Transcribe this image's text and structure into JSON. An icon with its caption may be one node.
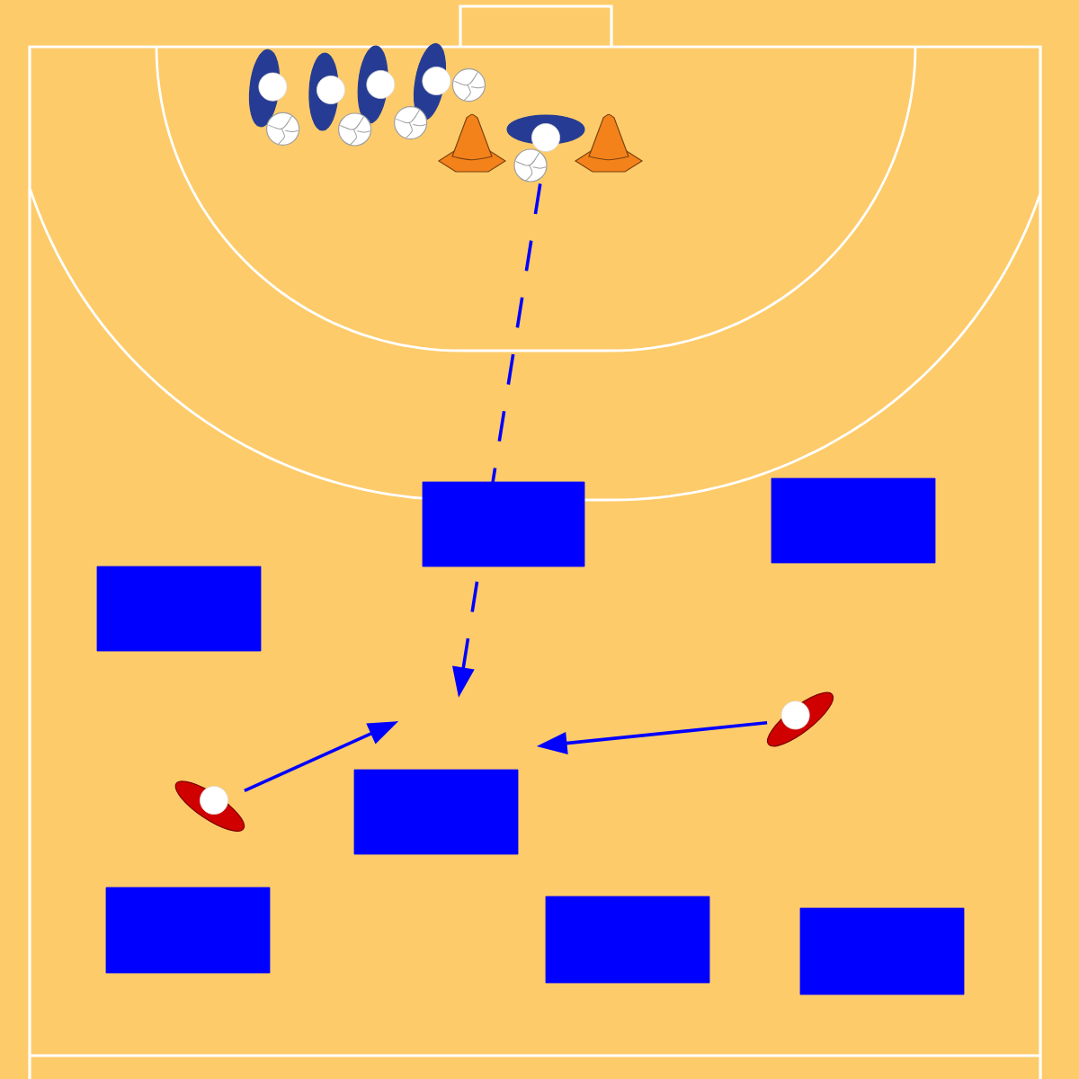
{
  "diagram": {
    "nodes": [
      {
        "text": [],
        "shape": "person"
      },
      {
        "text": [],
        "shape": "box"
      },
      {
        "text": [],
        "shape": "box"
      },
      {
        "text": [],
        "shape": "box"
      },
      {
        "text": [],
        "shape": "person"
      },
      {
        "text": [],
        "shape": "box"
      },
      {
        "text": [],
        "shape": "person"
      },
      {
        "text": [],
        "shape": "box"
      },
      {
        "text": [],
        "shape": "box"
      },
      {
        "text": [],
        "shape": "box"
      }
    ],
    "edges": [
      {
        "from": 0,
        "to": null,
        "arrow": "to",
        "style": "dashed"
      },
      {
        "from": 6,
        "to": null,
        "arrow": "to"
      },
      {
        "from": 4,
        "to": null,
        "arrow": "to"
      }
    ]
  }
}
